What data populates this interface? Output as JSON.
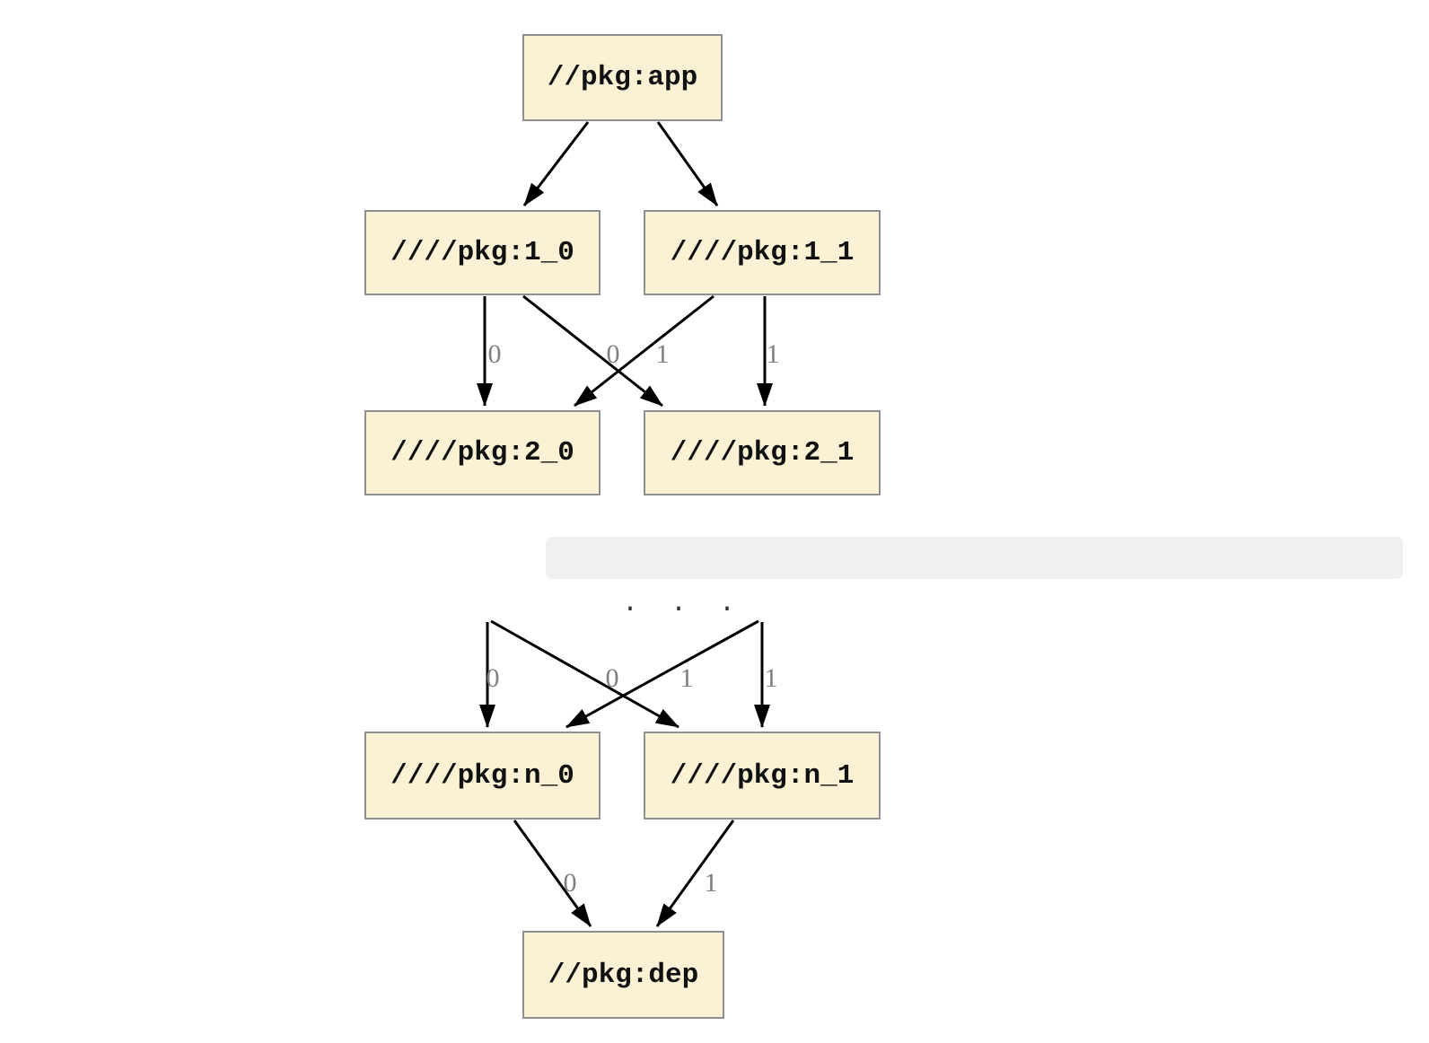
{
  "diagram": {
    "kind": "package-dependency-graph",
    "nodes": {
      "app": {
        "label": "//pkg:app"
      },
      "t1_0": {
        "label": "////pkg:1_0"
      },
      "t1_1": {
        "label": "////pkg:1_1"
      },
      "t2_0": {
        "label": "////pkg:2_0"
      },
      "t2_1": {
        "label": "////pkg:2_1"
      },
      "tn_0": {
        "label": "////pkg:n_0"
      },
      "tn_1": {
        "label": "////pkg:n_1"
      },
      "dep": {
        "label": "//pkg:dep"
      }
    },
    "ellipsis": {
      "text": ".  .  ."
    },
    "edges": [
      {
        "from": "//pkg:app",
        "to": "////pkg:1_0",
        "label": ""
      },
      {
        "from": "//pkg:app",
        "to": "////pkg:1_1",
        "label": ""
      },
      {
        "from": "////pkg:1_0",
        "to": "////pkg:2_0",
        "label": "0"
      },
      {
        "from": "////pkg:1_1",
        "to": "////pkg:2_0",
        "label": "0"
      },
      {
        "from": "////pkg:1_0",
        "to": "////pkg:2_1",
        "label": "1"
      },
      {
        "from": "////pkg:1_1",
        "to": "////pkg:2_1",
        "label": "1"
      },
      {
        "from": "...",
        "to": "////pkg:n_0",
        "label": "0"
      },
      {
        "from": "...",
        "to": "////pkg:n_0",
        "label": "0"
      },
      {
        "from": "...",
        "to": "////pkg:n_1",
        "label": "1"
      },
      {
        "from": "...",
        "to": "////pkg:n_1",
        "label": "1"
      },
      {
        "from": "////pkg:n_0",
        "to": "//pkg:dep",
        "label": "0"
      },
      {
        "from": "////pkg:n_1",
        "to": "//pkg:dep",
        "label": "1"
      }
    ],
    "colors": {
      "background": "#FFFFFF",
      "node_fill": "#FBF2D5",
      "node_border": "#8D9092",
      "edge": "#000000",
      "edge_label": "#7F7F7F",
      "ellipsis_band": "#F0F0F1",
      "ellipsis_text": "#333333"
    }
  }
}
